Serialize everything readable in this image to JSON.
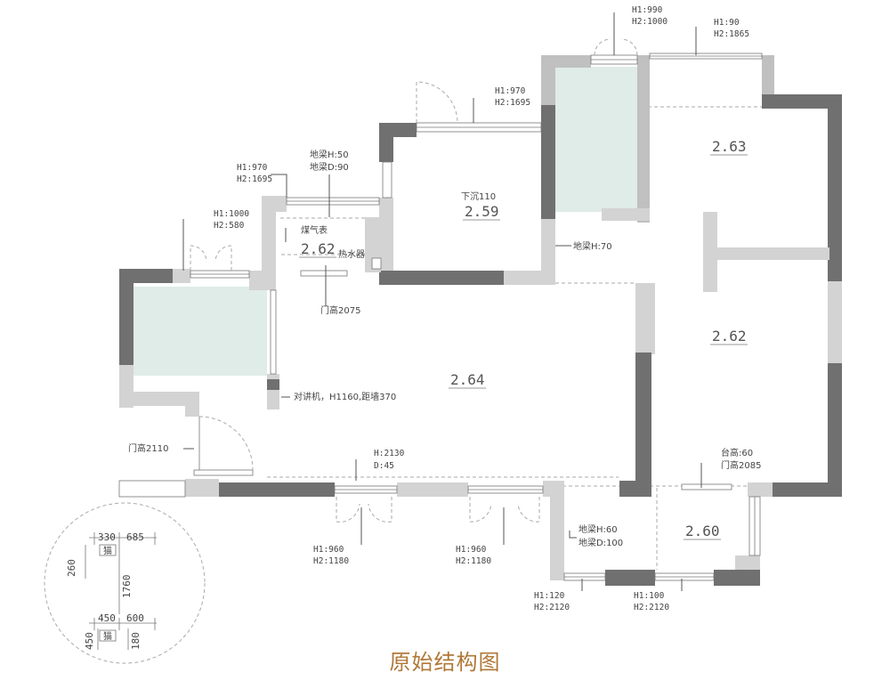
{
  "title": "原始结构图",
  "rooms": [
    {
      "label": "2.63"
    },
    {
      "label": "2.59",
      "note": "下沉110"
    },
    {
      "label": "2.62"
    },
    {
      "label": "2.62"
    },
    {
      "label": "2.64"
    },
    {
      "label": "2.60"
    }
  ],
  "annotations": {
    "win_top1_h1": "H1:990",
    "win_top1_h2": "H2:1000",
    "win_top2_h1": "H1:90",
    "win_top2_h2": "H2:1865",
    "win_mid_h1": "H1:970",
    "win_mid_h2": "H2:1695",
    "win_kitchen_h1": "H1:970",
    "win_kitchen_h2": "H2:1695",
    "beam_kitchen_h": "地梁H:50",
    "beam_kitchen_d": "地梁D:90",
    "win_left_h1": "H1:1000",
    "win_left_h2": "H2:580",
    "gas_meter": "煤气表",
    "water_heater": "热水器",
    "door_2075": "门高2075",
    "beam_h70": "地梁H:70",
    "intercom": "对讲机，H1160,距墙370",
    "door_2110": "门高2110",
    "h2130": "H:2130",
    "d45": "D:45",
    "sill_60": "台高:60",
    "door_2085": "门高2085",
    "beam_bal_h": "地梁H:60",
    "beam_bal_d": "地梁D:100",
    "win_b1_h1": "H1:960",
    "win_b1_h2": "H2:1180",
    "win_b2_h1": "H1:960",
    "win_b2_h2": "H2:1180",
    "win_b3_h1": "H1:120",
    "win_b3_h2": "H2:2120",
    "win_b4_h1": "H1:100",
    "win_b4_h2": "H2:2120"
  },
  "detail": {
    "d330": "330",
    "d685": "685",
    "d260": "260",
    "d1760": "1760",
    "d450a": "450",
    "d600": "600",
    "d450b": "450",
    "d180": "180",
    "tag1": "猫",
    "tag2": "猫"
  }
}
